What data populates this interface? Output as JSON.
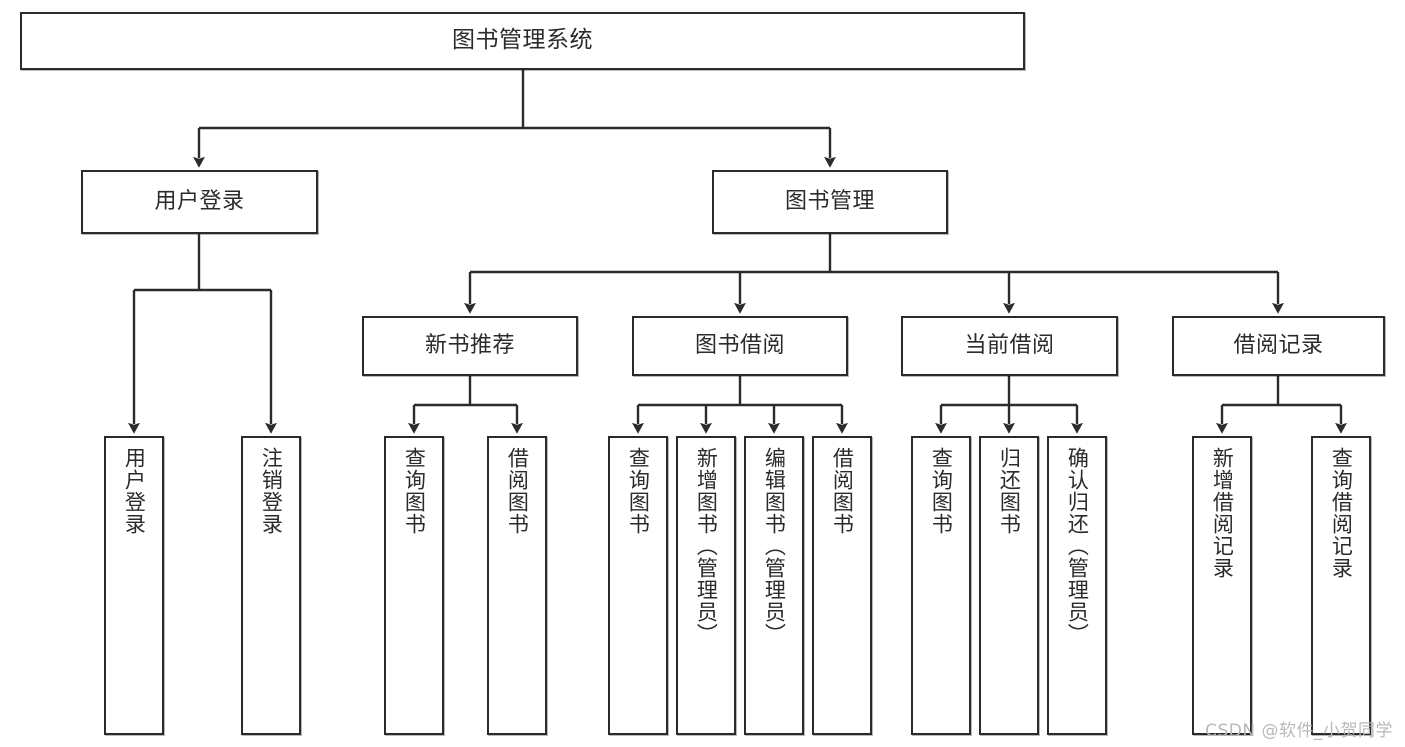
{
  "diagram": {
    "title": "图书管理系统",
    "watermark": "CSDN @软件_小贺同学",
    "colors": {
      "box_border": "#2b2b2b",
      "box_fill": "#ffffff",
      "connector": "#2b2b2b",
      "text": "#2b2b2b",
      "watermark": "#b9b9b9",
      "background": "#ffffff"
    },
    "levels": {
      "root": "图书管理系统",
      "level2": [
        "用户登录",
        "图书管理"
      ],
      "level3": [
        "新书推荐",
        "图书借阅",
        "当前借阅",
        "借阅记录"
      ]
    },
    "nodes": {
      "root": {
        "label": "图书管理系统"
      },
      "user_login": {
        "label": "用户登录"
      },
      "book_manage": {
        "label": "图书管理"
      },
      "new_book_rec": {
        "label": "新书推荐"
      },
      "book_borrow": {
        "label": "图书借阅"
      },
      "current_borrow": {
        "label": "当前借阅"
      },
      "borrow_record": {
        "label": "借阅记录"
      },
      "leaf_user_login": {
        "label": "用户登录"
      },
      "leaf_user_logout": {
        "label": "注销登录"
      },
      "leaf_rec_query": {
        "label": "查询图书"
      },
      "leaf_rec_borrow": {
        "label": "借阅图书"
      },
      "leaf_borrow_query": {
        "label": "查询图书"
      },
      "leaf_borrow_add": {
        "label": "新增图书（管理员）"
      },
      "leaf_borrow_edit": {
        "label": "编辑图书（管理员）"
      },
      "leaf_borrow_borrow": {
        "label": "借阅图书"
      },
      "leaf_cur_query": {
        "label": "查询图书"
      },
      "leaf_cur_return": {
        "label": "归还图书"
      },
      "leaf_cur_confirm": {
        "label": "确认归还（管理员）"
      },
      "leaf_rec_add": {
        "label": "新增借阅记录"
      },
      "leaf_rec_search": {
        "label": "查询借阅记录"
      }
    }
  }
}
